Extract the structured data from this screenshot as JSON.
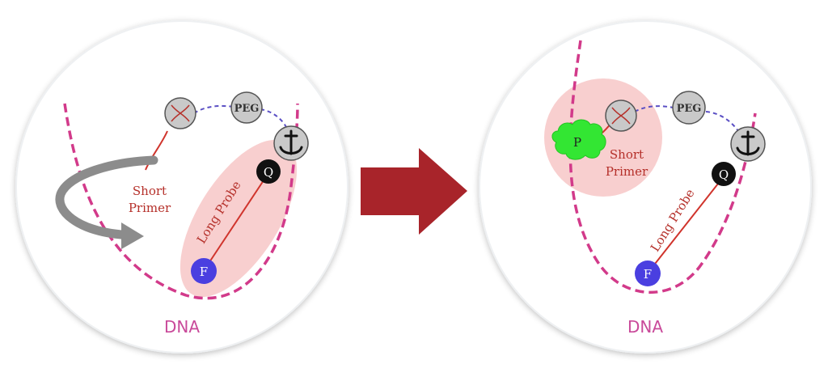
{
  "panels": [
    {
      "dna_label": "DNA",
      "primer_label_line1": "Short",
      "primer_label_line2": "Primer",
      "probe_label": "Long Probe",
      "peg_label": "PEG",
      "quencher_label": "Q",
      "fluorophore_label": "F"
    },
    {
      "dna_label": "DNA",
      "primer_label_line1": "Short",
      "primer_label_line2": "Primer",
      "probe_label": "Long Probe",
      "peg_label": "PEG",
      "quencher_label": "Q",
      "fluorophore_label": "F",
      "polymerase_label": "P"
    }
  ],
  "colors": {
    "dna_strand": "#d23a8a",
    "dna_label": "#c94a9a",
    "primer_strand": "#d0342c",
    "text_red": "#b5302a",
    "peg_link": "#5a4fc4",
    "quencher": "#111111",
    "fluorophore": "#4a3fe0",
    "polymerase": "#33e633",
    "highlight": "#f7c7c7",
    "arrow": "#a8242a",
    "curved_arrow": "#8c8c8c",
    "node_gray": "#c9c9c9"
  }
}
